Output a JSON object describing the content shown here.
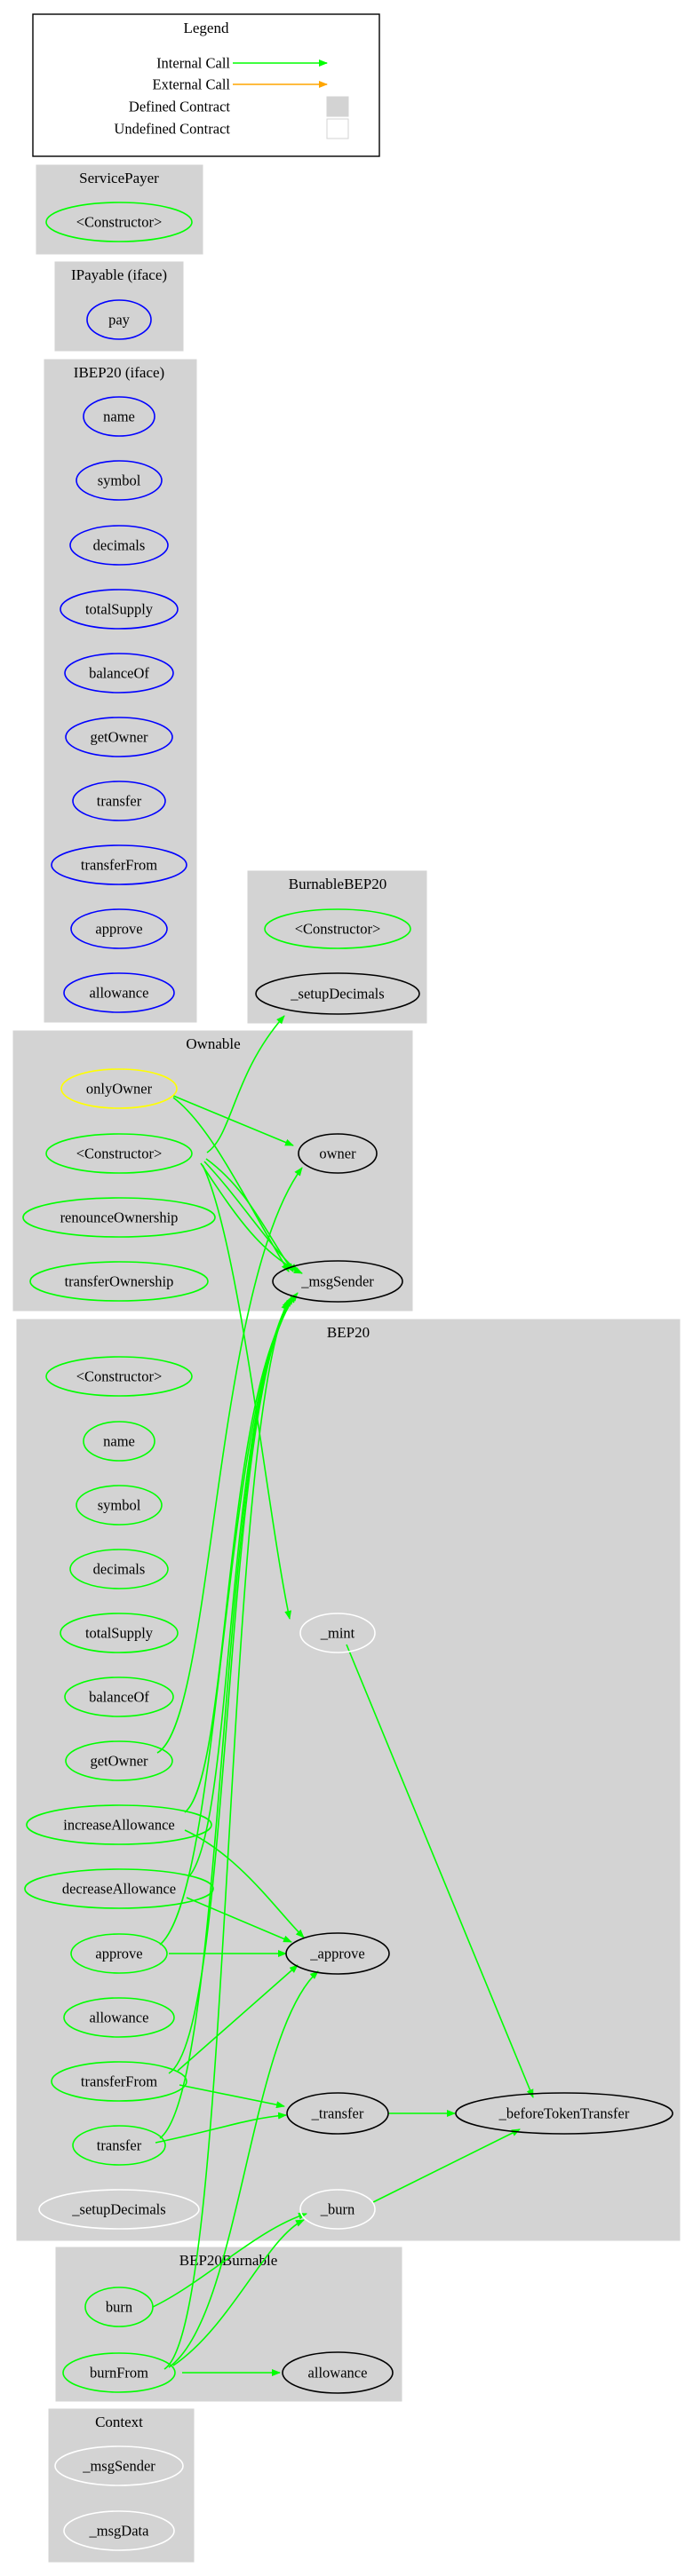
{
  "colors": {
    "internal": "#00ff00",
    "external": "#ffa500",
    "interface": "#0000ff",
    "modifier": "#ffff00",
    "defined": "#000000",
    "undefined": "#ffffff",
    "cluster_fill": "#d3d3d3"
  },
  "legend": {
    "title": "Legend",
    "internal_call": "Internal Call",
    "external_call": "External Call",
    "defined_contract": "Defined Contract",
    "undefined_contract": "Undefined Contract"
  },
  "clusters": {
    "ServicePayer": "ServicePayer",
    "IPayable": "IPayable  (iface)",
    "IBEP20": "IBEP20  (iface)",
    "BurnableBEP20": "BurnableBEP20",
    "Ownable": "Ownable",
    "BEP20": "BEP20",
    "BEP20Burnable": "BEP20Burnable",
    "Context": "Context"
  },
  "nodes": {
    "sp_ctor": "<Constructor>",
    "ip_pay": "pay",
    "ib_name": "name",
    "ib_symbol": "symbol",
    "ib_decimals": "decimals",
    "ib_totalSupply": "totalSupply",
    "ib_balanceOf": "balanceOf",
    "ib_getOwner": "getOwner",
    "ib_transfer": "transfer",
    "ib_transferFrom": "transferFrom",
    "ib_approve": "approve",
    "ib_allowance": "allowance",
    "bb_ctor": "<Constructor>",
    "bb_setupDecimals": "_setupDecimals",
    "ow_onlyOwner": "onlyOwner",
    "ow_ctor": "<Constructor>",
    "ow_renounce": "renounceOwnership",
    "ow_transferOwnership": "transferOwnership",
    "ow_owner": "owner",
    "ow_msgSender": "_msgSender",
    "b_ctor": "<Constructor>",
    "b_name": "name",
    "b_symbol": "symbol",
    "b_decimals": "decimals",
    "b_totalSupply": "totalSupply",
    "b_balanceOf": "balanceOf",
    "b_getOwner": "getOwner",
    "b_increaseAllowance": "increaseAllowance",
    "b_decreaseAllowance": "decreaseAllowance",
    "b_approve": "approve",
    "b_allowance": "allowance",
    "b_transferFrom": "transferFrom",
    "b_transfer": "transfer",
    "b_setupDecimals": "_setupDecimals",
    "b_mint": "_mint",
    "b__approve": "_approve",
    "b__transfer": "_transfer",
    "b_beforeTokenTransfer": "_beforeTokenTransfer",
    "bn_burn": "burn",
    "bn_burnFrom": "burnFrom",
    "bn__burn": "_burn",
    "bn_allowance": "allowance",
    "c_msgSender": "_msgSender",
    "c_msgData": "_msgData"
  }
}
